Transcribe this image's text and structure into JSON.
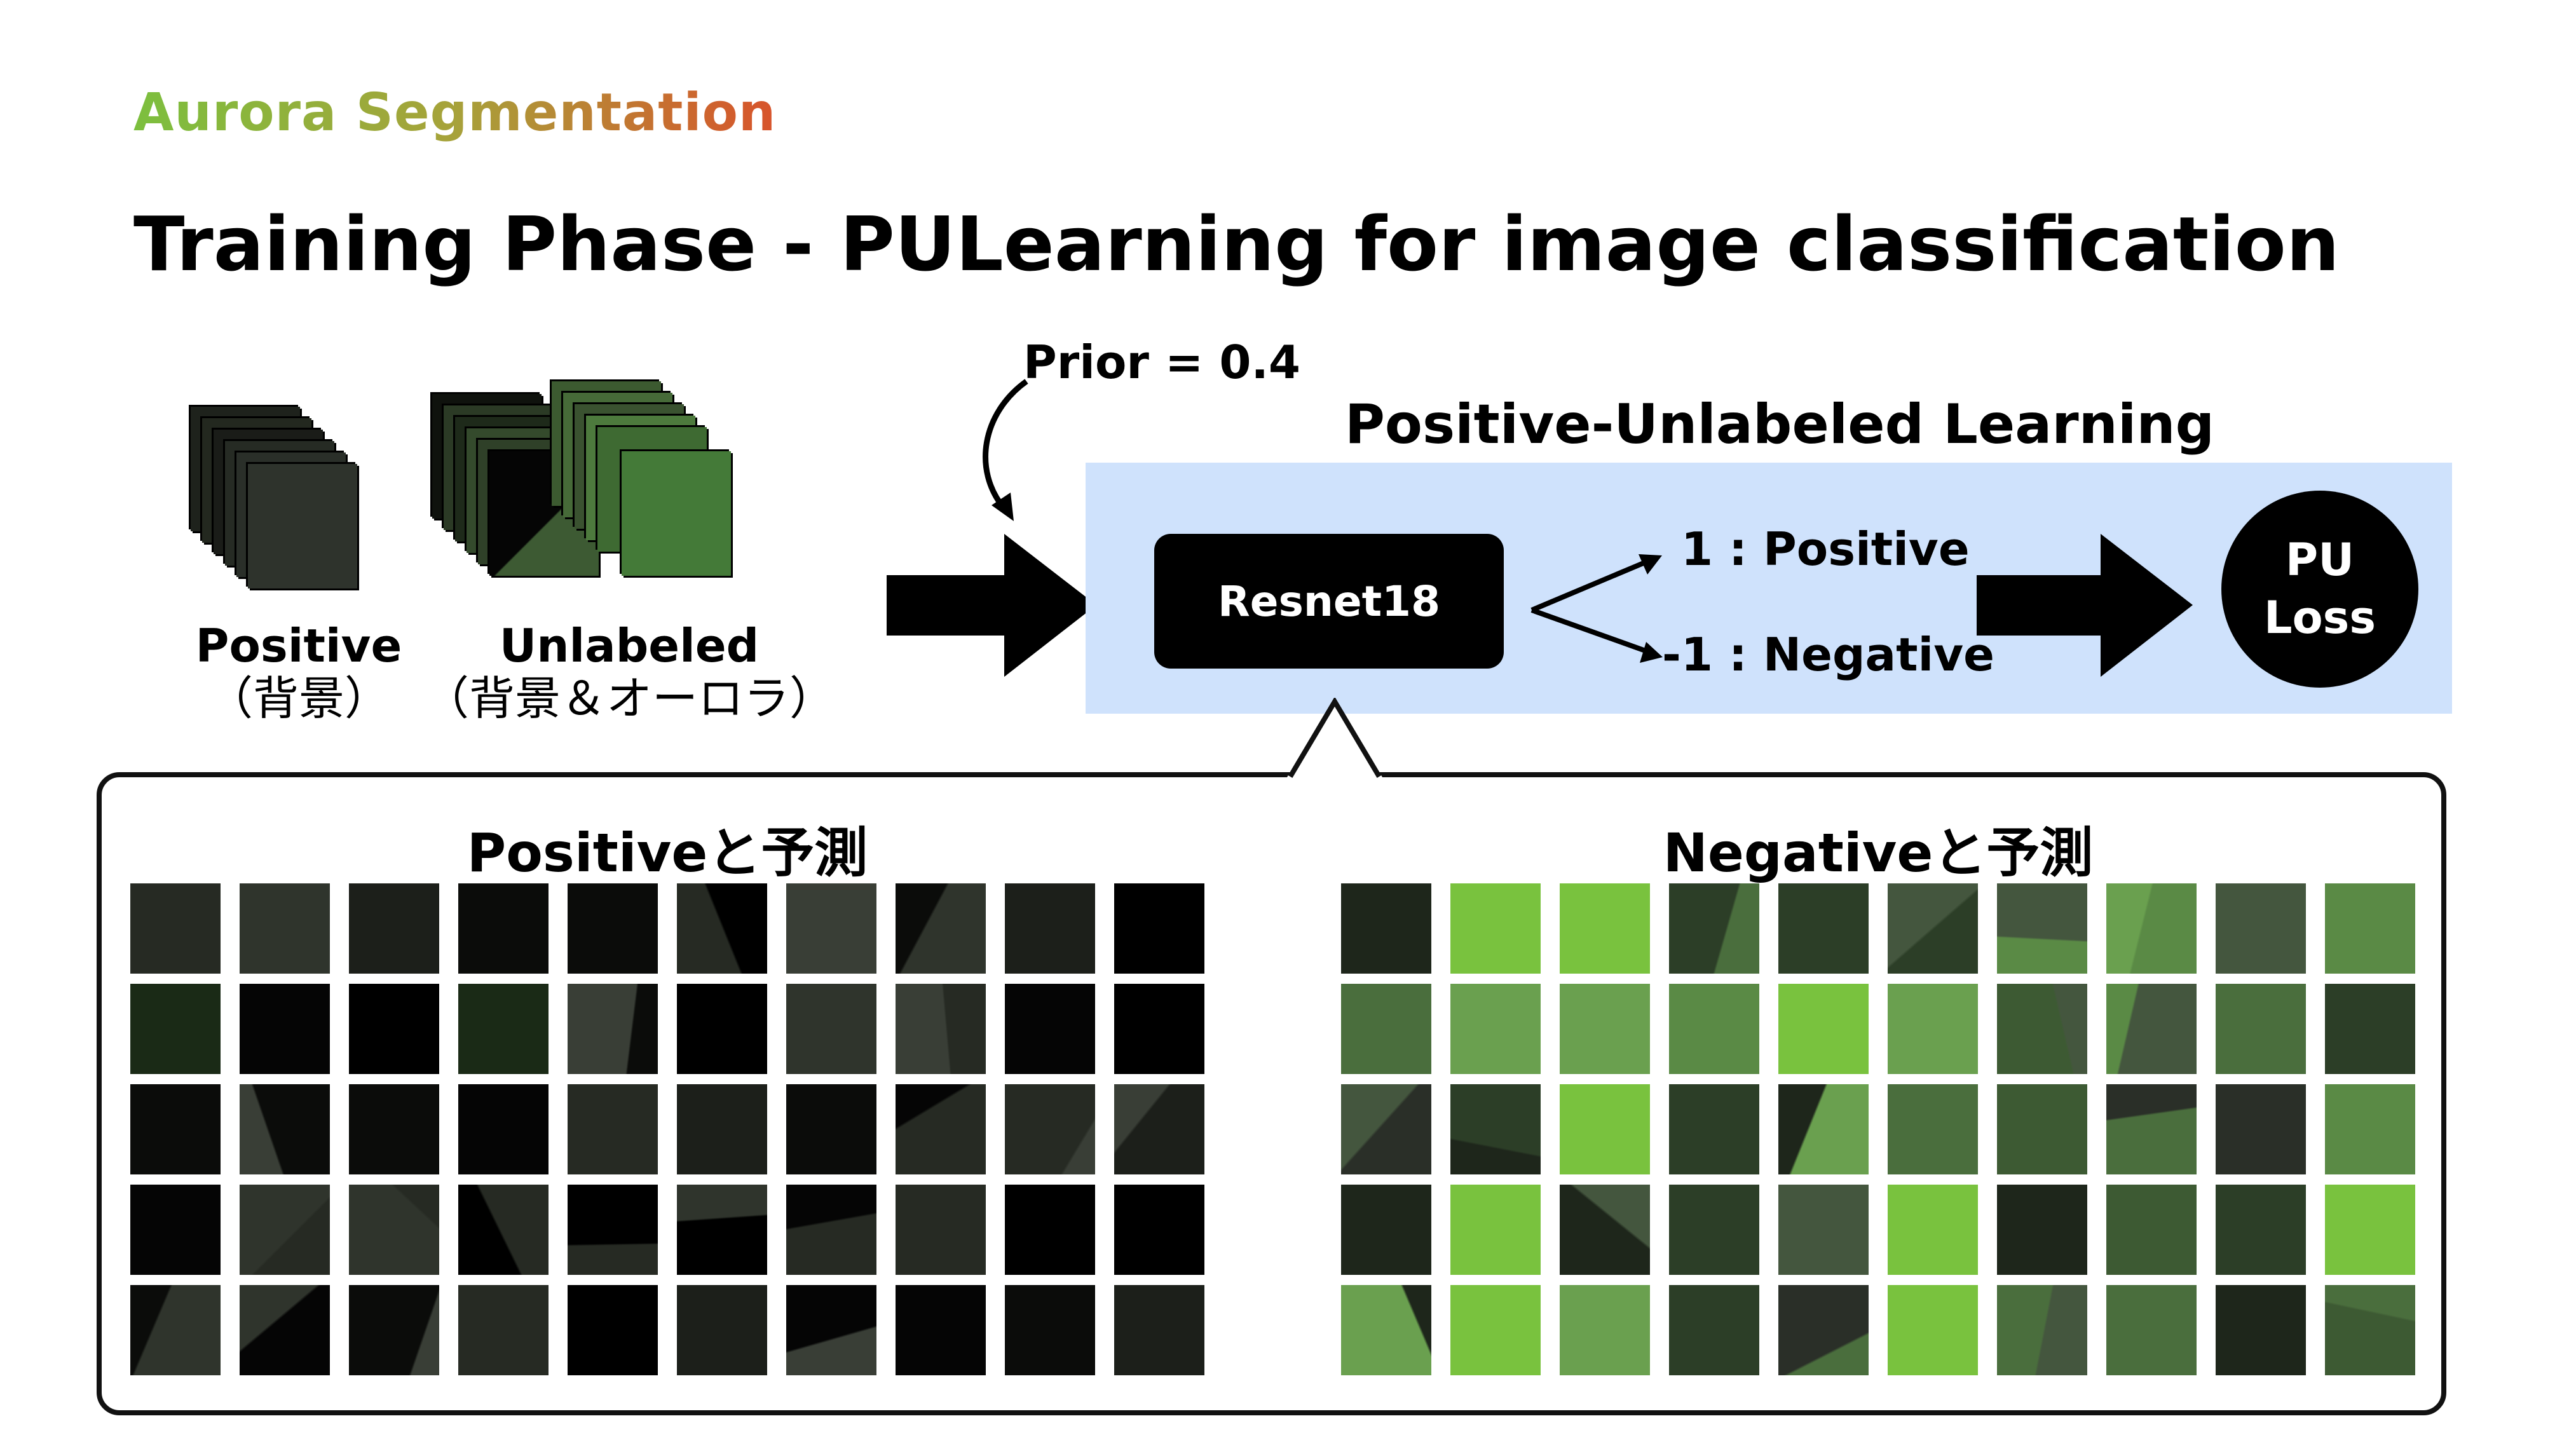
{
  "brand": "Aurora Segmentation",
  "title": "Training Phase - PULearning for image classification",
  "inputs": {
    "positive": {
      "label": "Positive",
      "sublabel": "（背景）"
    },
    "unlabeled": {
      "label": "Unlabeled",
      "sublabel": "（背景＆オーロラ）"
    }
  },
  "prior": "Prior = 0.4",
  "pu_learning": {
    "title": "Positive-Unlabeled Learning",
    "model": "Resnet18",
    "output_positive": "1 : Positive",
    "output_negative": "-1 : Negative",
    "loss_line1": "PU",
    "loss_line2": "Loss"
  },
  "predictions": {
    "positive_title": "Positiveと予測",
    "negative_title": "Negativeと予測"
  },
  "colors": {
    "pu_box": "#cfe2fc",
    "brand_green": "#7cbf3e",
    "brand_orange": "#d8532b"
  }
}
